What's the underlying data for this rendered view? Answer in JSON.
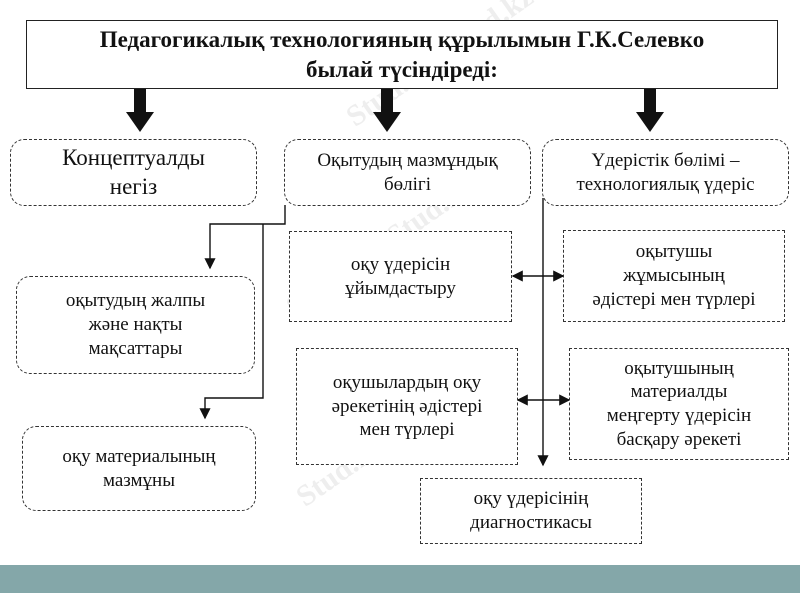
{
  "diagram": {
    "title": "Педагогикалық технологияның құрылымын Г.К.Селевко\nбылай түсіндіреді:",
    "col1": {
      "header": "Концептуалды\nнегіз",
      "items": [
        "оқытудың жалпы\nжәне нақты\nмақсаттары",
        "оқу материалының\nмазмұны"
      ]
    },
    "col2": {
      "header": "Оқытудың мазмұндық\nбөлігі"
    },
    "col3": {
      "header": "Үдерістік бөлімі –\nтехнологиялық үдеріс"
    },
    "process": {
      "left": [
        "оқу үдерісін\nұйымдастыру",
        "оқушылардың оқу\nәрекетінің әдістері\nмен түрлері"
      ],
      "right": [
        "оқытушы\nжұмысының\nәдістері мен түрлері",
        "оқытушының\nматериалды\nмеңгерту үдерісін\nбасқару әрекеті"
      ],
      "bottom": "оқу үдерісінің\nдиагностикасы"
    },
    "watermark": "Stud.kz - Stud.kz"
  },
  "colors": {
    "footer": "#84a7a9",
    "arrow": "#111111"
  }
}
